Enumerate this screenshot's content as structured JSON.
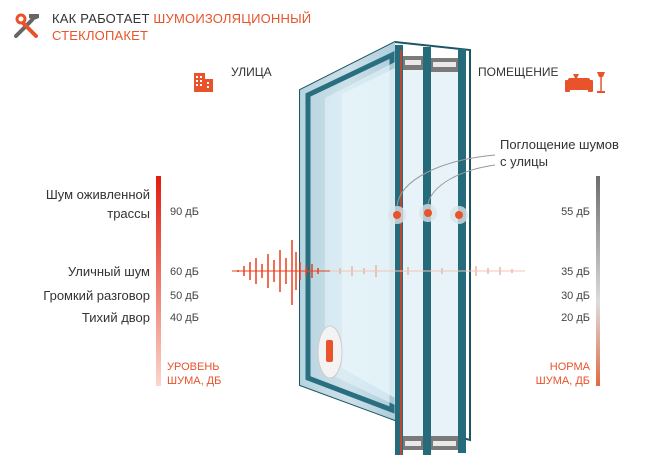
{
  "header": {
    "title_part1": "КАК РАБОТАЕТ",
    "title_part2": "ШУМОИЗОЛЯЦИОННЫЙ",
    "title_line2": "СТЕКЛОПАКЕТ",
    "logo_icon": "hammer-wrench-icon"
  },
  "street": {
    "label": "УЛИЦА",
    "icon": "building-icon"
  },
  "room": {
    "label": "ПОМЕЩЕНИЕ",
    "icon": "sofa-lamp-icon"
  },
  "absorption_label_line1": "Поглощение шумов",
  "absorption_label_line2": "с улицы",
  "left_scale": {
    "caption_line1": "УРОВЕНЬ",
    "caption_line2": "ШУМА, ДБ",
    "levels": [
      {
        "label_line1": "Шум оживленной",
        "label_line2": "трассы",
        "value": "90 дБ"
      },
      {
        "label_line1": "Уличный шум",
        "label_line2": "",
        "value": "60 дБ"
      },
      {
        "label_line1": "Громкий разговор",
        "label_line2": "",
        "value": "50 дБ"
      },
      {
        "label_line1": "Тихий двор",
        "label_line2": "",
        "value": "40 дБ"
      }
    ]
  },
  "right_scale": {
    "caption_line1": "НОРМА",
    "caption_line2": "ШУМА, ДБ",
    "levels": [
      {
        "value": "55 дБ"
      },
      {
        "value": "35 дБ"
      },
      {
        "value": "30 дБ"
      },
      {
        "value": "20 дБ"
      }
    ]
  },
  "colors": {
    "accent": "#e8532b",
    "frame": "#1f5f6e",
    "glass": "#cfe6f2"
  }
}
